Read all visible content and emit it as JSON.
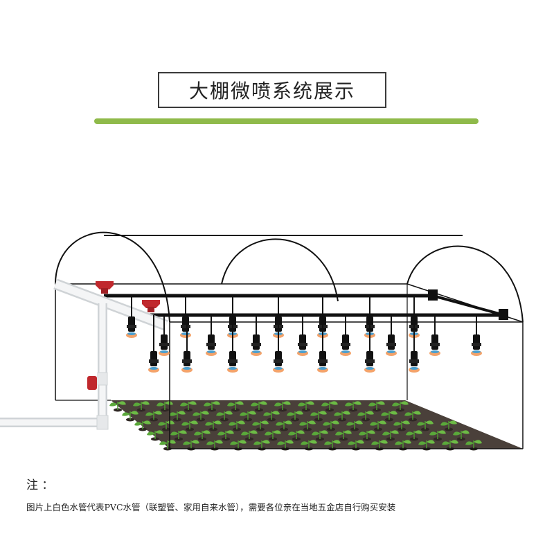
{
  "title": "大棚微喷系统展示",
  "note": {
    "label": "注 ：",
    "text": "图片上白色水管代表PVC水管（联塑管、家用自来水管），需要各位亲在当地五金店自行购买安装"
  },
  "colors": {
    "accent_green": "#8fba4a",
    "valve_red": "#c0282d",
    "nozzle_orange": "#f3a36b",
    "soil": "#4a403a",
    "seedling": "#5aa83a"
  }
}
